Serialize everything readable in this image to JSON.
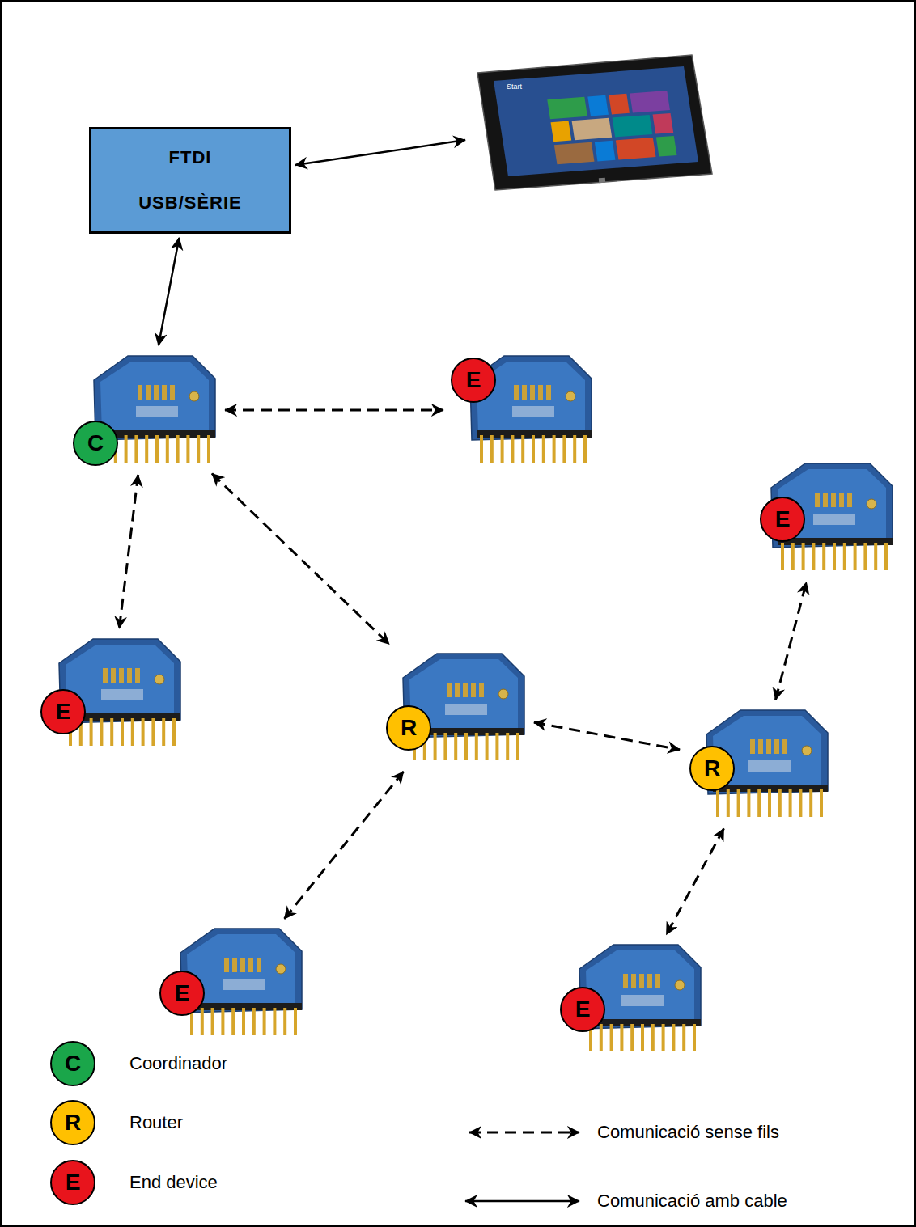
{
  "diagram": {
    "nodes": [
      {
        "text": [
          "FTDI USB/SÈRIE"
        ]
      },
      {
        "text": [
          "Start"
        ]
      },
      {
        "text": [
          "C"
        ]
      },
      {
        "text": [
          "E"
        ]
      },
      {
        "text": [
          "E"
        ]
      },
      {
        "text": [
          "E"
        ]
      },
      {
        "text": [
          "R"
        ]
      },
      {
        "text": [
          "R"
        ]
      },
      {
        "text": [
          "E"
        ]
      },
      {
        "text": [
          "E"
        ]
      }
    ],
    "edges": [
      {
        "from": 0,
        "to": 1,
        "arrow": "both"
      },
      {
        "from": 0,
        "to": 2,
        "arrow": "both"
      },
      {
        "from": 2,
        "to": 3,
        "arrow": "both"
      },
      {
        "from": 2,
        "to": 5,
        "arrow": "both"
      },
      {
        "from": 2,
        "to": 6,
        "arrow": "both"
      },
      {
        "from": 6,
        "to": 7,
        "arrow": "both"
      },
      {
        "from": 7,
        "to": 4,
        "arrow": "both"
      },
      {
        "from": 6,
        "to": 8,
        "arrow": "both"
      },
      {
        "from": 7,
        "to": 9,
        "arrow": "both"
      }
    ],
    "labels": [
      "C",
      "R",
      "E"
    ],
    "legend": [
      {
        "text": "Coordinador",
        "color": "#1aa64a"
      },
      {
        "text": "Router",
        "color": "#ffc000"
      },
      {
        "text": "End device",
        "color": "#e8141c"
      },
      {
        "text": "Comunicació sense fils"
      },
      {
        "text": "Comunicació amb cable"
      }
    ]
  }
}
